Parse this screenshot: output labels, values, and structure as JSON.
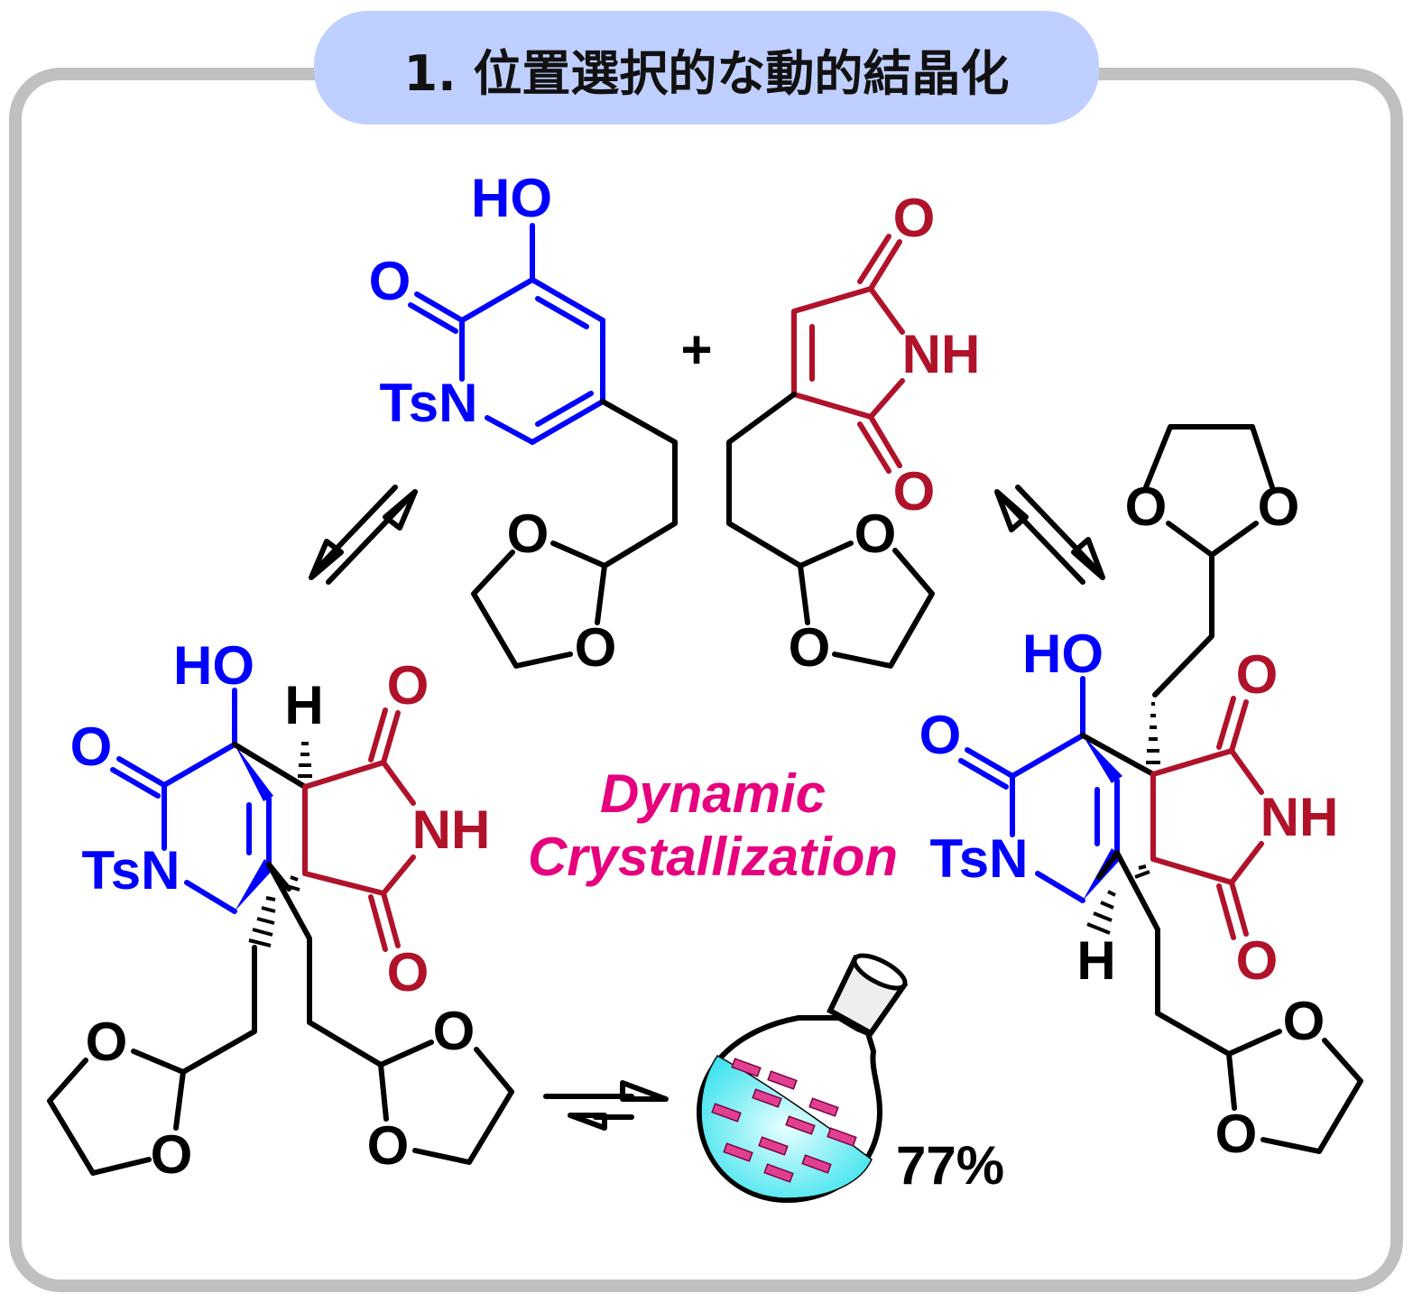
{
  "title": "1. 位置選択的な動的結晶化",
  "reactant_pyridone": {
    "hydroxy": "HO",
    "carbonyl_o": "O",
    "nitrogen": "TsN",
    "dioxolane_o1": "O",
    "dioxolane_o2": "O"
  },
  "plus": "+",
  "reactant_maleimide": {
    "o_top": "O",
    "nh": "NH",
    "o_bottom": "O",
    "dioxolane_o1": "O",
    "dioxolane_o2": "O"
  },
  "product_left": {
    "hydroxy": "HO",
    "carbonyl_o": "O",
    "nitrogen": "TsN",
    "h": "H",
    "o_top": "O",
    "nh": "NH",
    "o_bottom": "O",
    "diox1_o1": "O",
    "diox1_o2": "O",
    "diox2_o1": "O",
    "diox2_o2": "O"
  },
  "product_right": {
    "hydroxy": "HO",
    "carbonyl_o": "O",
    "nitrogen": "TsN",
    "h": "H",
    "o_top": "O",
    "nh": "NH",
    "o_bottom": "O",
    "diox1_o1": "O",
    "diox1_o2": "O",
    "diox2_o1": "O",
    "diox2_o2": "O"
  },
  "process": {
    "line1": "Dynamic",
    "line2": "Crystallization"
  },
  "yield": "77%",
  "colors": {
    "frame": "#c0c0c0",
    "title_bg": "#bfcfff",
    "blue": "#0000ff",
    "red": "#b0122a",
    "pink": "#e6007e",
    "flask": "#5ef0f5"
  }
}
